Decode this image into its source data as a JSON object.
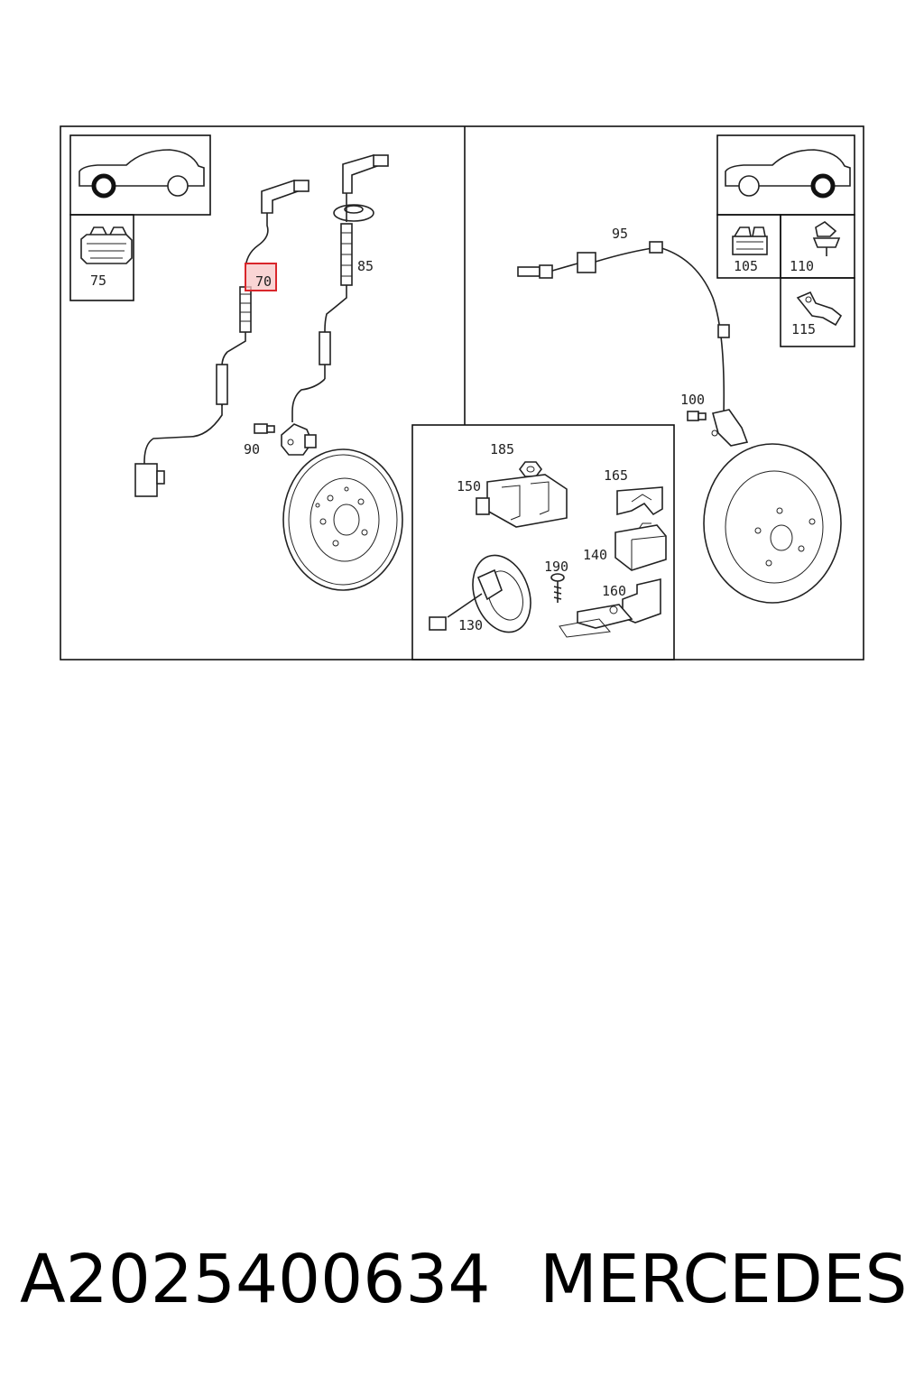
{
  "diagram": {
    "labels": {
      "p70": "70",
      "p75": "75",
      "p85": "85",
      "p90": "90",
      "p95": "95",
      "p100": "100",
      "p105": "105",
      "p110": "110",
      "p115": "115",
      "p130": "130",
      "p140": "140",
      "p150": "150",
      "p160": "160",
      "p165": "165",
      "p185": "185",
      "p190": "190"
    },
    "highlight": {
      "item": "70",
      "color": "#d9262b",
      "fill": "#f7c6c6"
    },
    "icons": [
      "car-front-wheel-icon",
      "car-rear-wheel-icon"
    ]
  },
  "footer": {
    "part_number": "A2025400634",
    "brand": "MERCEDES"
  }
}
